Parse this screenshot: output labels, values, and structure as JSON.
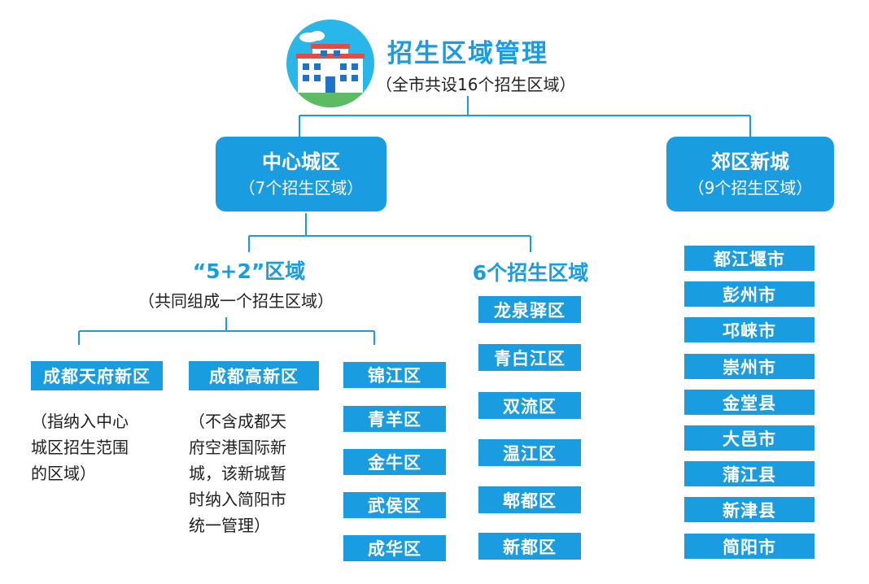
{
  "root": {
    "title": "招生区域管理",
    "subtitle": "（全市共设16个招生区域）",
    "icon": "school-building-icon"
  },
  "central": {
    "title": "中心城区",
    "subtitle": "（7个招生区域）"
  },
  "suburban": {
    "title": "郊区新城",
    "subtitle": "（9个招生区域）",
    "districts": [
      "都江堰市",
      "彭州市",
      "邛崃市",
      "崇州市",
      "金堂县",
      "大邑市",
      "蒲江县",
      "新津县",
      "简阳市"
    ]
  },
  "five_plus_two": {
    "title": "“5+2”区域",
    "subtitle": "（共同组成一个招生区域）",
    "tianfu": {
      "label": "成都天府新区",
      "note_lines": [
        "（指纳入中心",
        "城区招生范围",
        "的区域）"
      ]
    },
    "gaoxin": {
      "label": "成都高新区",
      "note_lines": [
        "（不含成都天",
        "府空港国际新",
        "城，该新城暂",
        "时纳入简阳市",
        "统一管理）"
      ]
    },
    "districts": [
      "锦江区",
      "青羊区",
      "金牛区",
      "武侯区",
      "成华区"
    ]
  },
  "six_zones": {
    "title": "6个招生区域",
    "districts": [
      "龙泉驿区",
      "青白江区",
      "双流区",
      "温江区",
      "郫都区",
      "新都区"
    ]
  },
  "colors": {
    "accent": "#1A9CE0",
    "line": "#1A9CE0"
  }
}
